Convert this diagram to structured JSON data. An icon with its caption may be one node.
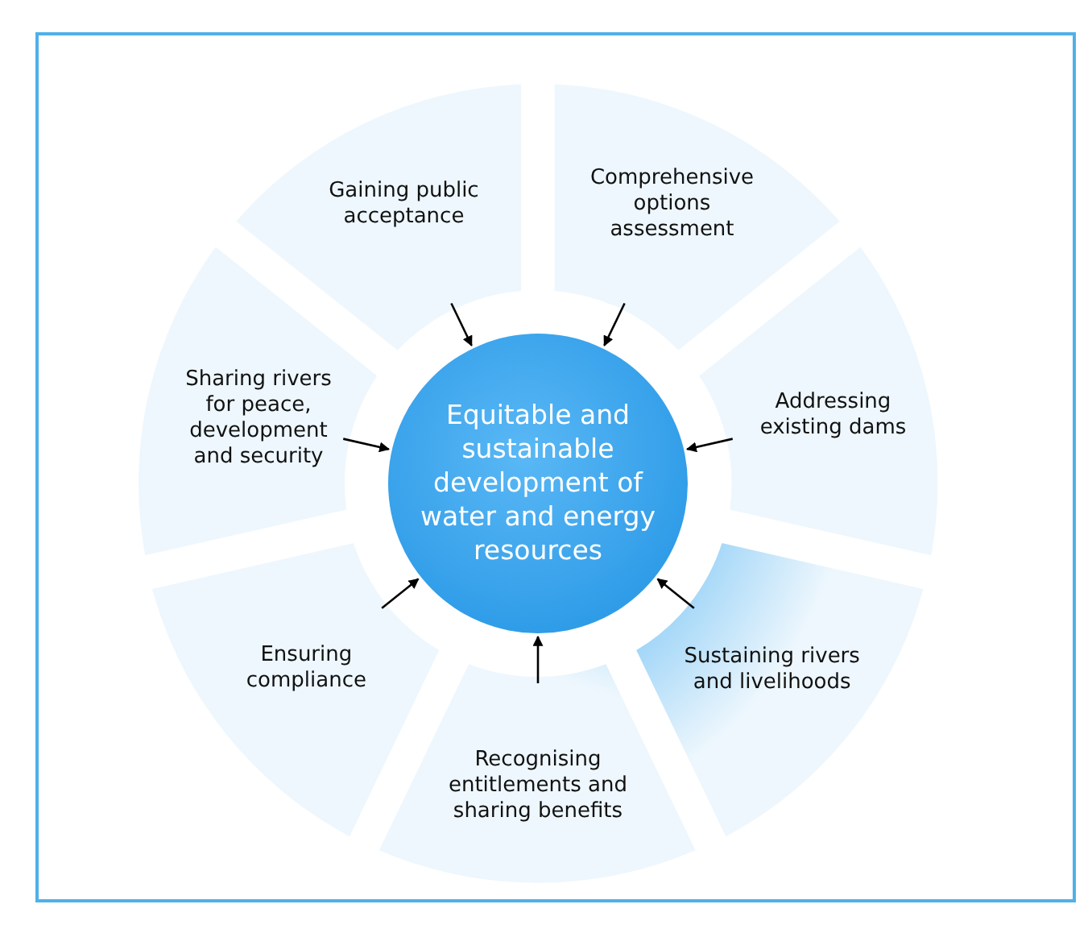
{
  "diagram": {
    "nodes": [
      {
        "text": [
          "Equitable and sustainable development of water and energy resources"
        ]
      },
      {
        "text": [
          "Gaining public acceptance"
        ]
      },
      {
        "text": [
          "Comprehensive options assessment"
        ]
      },
      {
        "text": [
          "Addressing existing dams"
        ]
      },
      {
        "text": [
          "Sustaining rivers and livelihoods"
        ]
      },
      {
        "text": [
          "Recognising entitlements and sharing benefits"
        ]
      },
      {
        "text": [
          "Ensuring compliance"
        ]
      },
      {
        "text": [
          "Sharing rivers for peace, development and security"
        ]
      }
    ],
    "edges": [
      {
        "from": 1,
        "to": 0,
        "arrow": "to"
      },
      {
        "from": 2,
        "to": 0,
        "arrow": "to"
      },
      {
        "from": 3,
        "to": 0,
        "arrow": "to"
      },
      {
        "from": 4,
        "to": 0,
        "arrow": "to"
      },
      {
        "from": 5,
        "to": 0,
        "arrow": "to"
      },
      {
        "from": 6,
        "to": 0,
        "arrow": "to"
      },
      {
        "from": 7,
        "to": 0,
        "arrow": "to"
      }
    ]
  }
}
